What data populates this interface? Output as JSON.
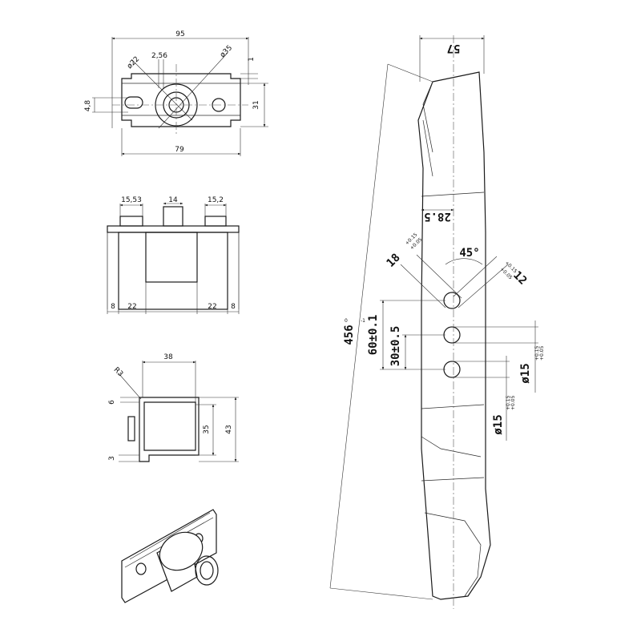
{
  "top_view": {
    "width_dim": "95",
    "inner_width_dim": "79",
    "height_dim": "31",
    "slot_dim": "4,8",
    "diameter_22": "ø22",
    "diameter_35": "ø35",
    "offset_dim": "2,56",
    "step_dim": "1"
  },
  "front_view": {
    "left_dim": "15,53",
    "center_dim": "14",
    "right_dim": "15,2",
    "bottom_left_edge": "8",
    "bottom_left_span": "22",
    "bottom_right_span": "22",
    "bottom_right_edge": "8"
  },
  "side_view": {
    "top_dim": "38",
    "radius": "R3",
    "top_thick": "6",
    "inner_height": "35",
    "outer_height": "43",
    "bottom_thick": "3"
  },
  "blade": {
    "width": "57",
    "tip_dim": "28.5",
    "hole_dim": "18",
    "hole_tol_upper": "+0.15",
    "hole_tol_lower": "+0.05",
    "angle": "45°",
    "slot_dim": "12",
    "slot_tol_upper": "+0.15",
    "slot_tol_lower": "+0.05",
    "length": "456",
    "length_tol_upper": "0",
    "length_tol_lower": "-1",
    "dist_60": "60±0.1",
    "dist_30": "30±0.5",
    "hole_right_dim": "ø15",
    "hole_right_tol_upper": "+0.15",
    "hole_right_tol_lower": "+0.05",
    "hole_bottom_dim": "ø15",
    "hole_bottom_tol_upper": "+0.15",
    "hole_bottom_tol_lower": "+0.05"
  }
}
